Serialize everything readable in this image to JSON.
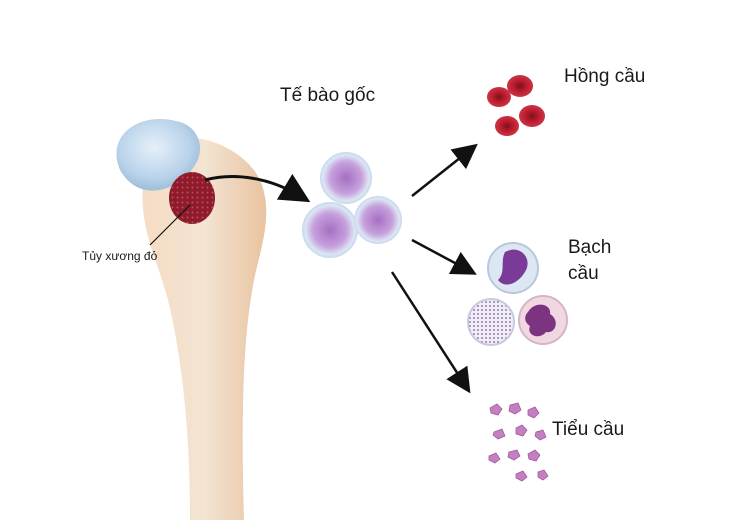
{
  "labels": {
    "stem_cells": "Tế bào gốc",
    "marrow": "Tủy xương đỏ",
    "red_cells": "Hồng cầu",
    "white_cells": "Bạch cầu",
    "platelets": "Tiểu cầu"
  },
  "colors": {
    "bone": "#f1d3b5",
    "bone_head": "#b9d3ea",
    "marrow": "#8e1b2b",
    "stem_cell": "#c79fd6",
    "red_cell": "#b3182a",
    "platelet": "#c37fc0",
    "arrow": "#111111"
  }
}
